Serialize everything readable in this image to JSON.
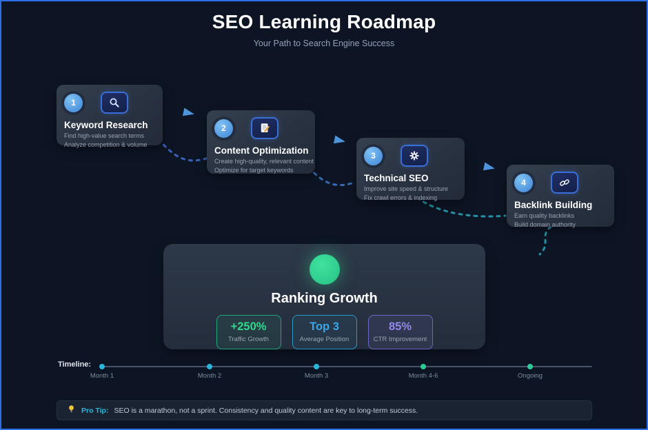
{
  "header": {
    "title": "SEO Learning Roadmap",
    "subtitle": "Your Path to Search Engine Success"
  },
  "steps": [
    {
      "number": "1",
      "icon": "search-icon",
      "title": "Keyword Research",
      "desc1": "Find high-value search terms",
      "desc2": "Analyze competition & volume"
    },
    {
      "number": "2",
      "icon": "memo-icon",
      "title": "Content Optimization",
      "desc1": "Create high-quality, relevant content",
      "desc2": "Optimize for target keywords"
    },
    {
      "number": "3",
      "icon": "gear-icon",
      "title": "Technical SEO",
      "desc1": "Improve site speed & structure",
      "desc2": "Fix crawl errors & indexing"
    },
    {
      "number": "4",
      "icon": "link-icon",
      "title": "Backlink Building",
      "desc1": "Earn quality backlinks",
      "desc2": "Build domain authority"
    }
  ],
  "growth": {
    "icon": "growth-circle",
    "title": "Ranking Growth",
    "stats": [
      {
        "value": "+250%",
        "label": "Traffic Growth",
        "color": "#2ed98c"
      },
      {
        "value": "Top 3",
        "label": "Average Position",
        "color": "#3aa6ec"
      },
      {
        "value": "85%",
        "label": "CTR Improvement",
        "color": "#918aec"
      }
    ]
  },
  "timeline": {
    "label": "Timeline:",
    "milestones": [
      {
        "label": "Month 1",
        "dot_color": "#2bb5d8"
      },
      {
        "label": "Month 2",
        "dot_color": "#2bb5d8"
      },
      {
        "label": "Month 3",
        "dot_color": "#2bb5d8"
      },
      {
        "label": "Month 4-6",
        "dot_color": "#2dcb96"
      },
      {
        "label": "Ongoing",
        "dot_color": "#2dcb96"
      }
    ]
  },
  "protip": {
    "icon": "lightbulb-icon",
    "label": "Pro Tip:",
    "text": "SEO is a marathon, not a sprint. Consistency and quality content are key to long-term success."
  },
  "colors": {
    "background": "#0d1524",
    "frame_border": "#2e6ee6",
    "card_background": "#2b3443",
    "accent_blue": "#4e94dc",
    "accent_teal": "#2aa8bc",
    "growth_circle_green": "#2ecc8a"
  }
}
